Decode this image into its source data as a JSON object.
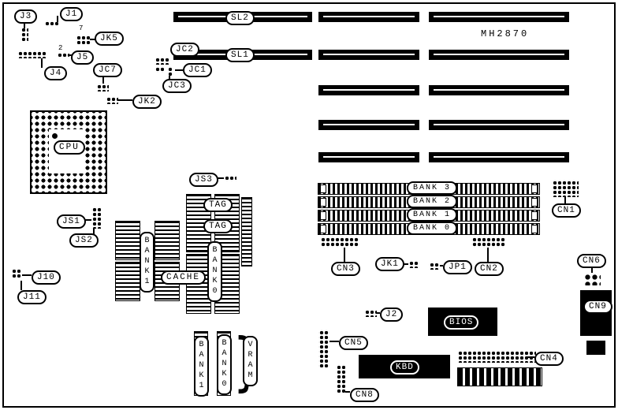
{
  "board": {
    "model": "MH2870"
  },
  "memory_banks": [
    "BANK 3",
    "BANK 2",
    "BANK 1",
    "BANK 0"
  ],
  "labels": {
    "j1": "J1",
    "j2": "J2",
    "j3": "J3",
    "j4": "J4",
    "j5": "J5",
    "j10": "J10",
    "j11": "J11",
    "jk1": "JK1",
    "jk2": "JK2",
    "jk5": "JK5",
    "jc1": "JC1",
    "jc2": "JC2",
    "jc3": "JC3",
    "jc7": "JC7",
    "jp1": "JP1",
    "js1": "JS1",
    "js2": "JS2",
    "js3": "JS3",
    "sl1": "SL1",
    "sl2": "SL2",
    "cn1": "CN1",
    "cn2": "CN2",
    "cn3": "CN3",
    "cn4": "CN4",
    "cn5": "CN5",
    "cn6": "CN6",
    "cn8": "CN8",
    "cn9": "CN9",
    "cpu": "CPU",
    "bios": "BIOS",
    "kbd": "KBD",
    "cache": "CACHE",
    "tag_upper": "TAG",
    "tag_lower": "TAG",
    "bank1_cache": "BANK1",
    "bank0_cache": "BANK0",
    "bank1_vram": "BANK1",
    "bank0_vram": "BANK0",
    "vram": "VRAM"
  },
  "pin_markers": {
    "jk5": "7",
    "j5": "2"
  },
  "glyphs": {
    "vram_brace": "}"
  }
}
